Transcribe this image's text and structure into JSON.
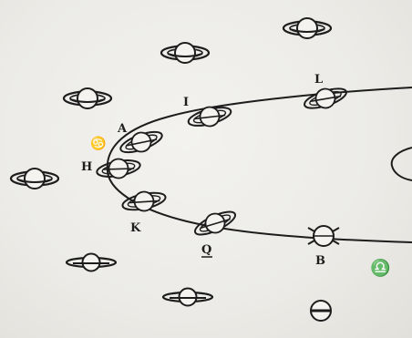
{
  "figure": {
    "orbit_labels": {
      "L": "L",
      "I": "I",
      "A": "A",
      "H": "H",
      "K": "K",
      "Q": "Q",
      "B": "B"
    },
    "zodiac_signs": {
      "cancer": "♋",
      "libra": "♎"
    }
  },
  "colors": {
    "ink": "#1d1d1d",
    "paper": "#efede9"
  },
  "icons": [
    "saturn-icon",
    "cancer-symbol-icon",
    "libra-symbol-icon"
  ]
}
